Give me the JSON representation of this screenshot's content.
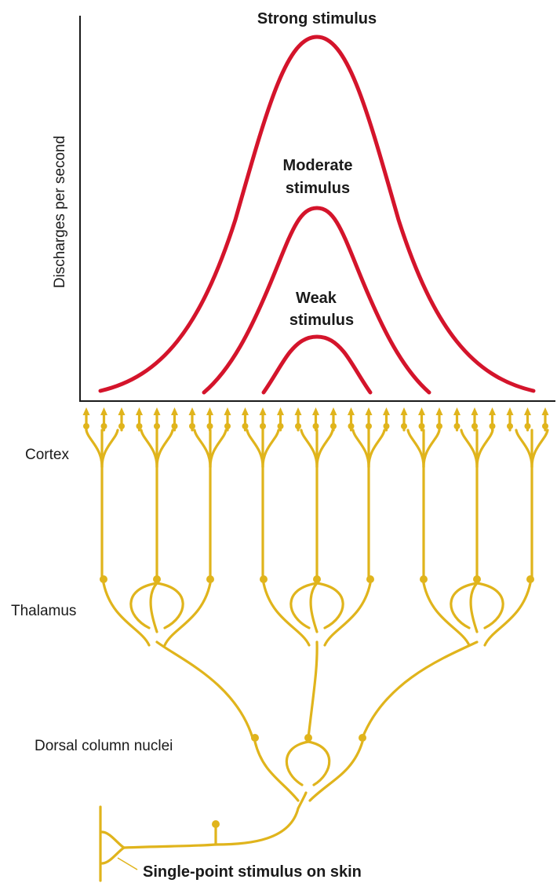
{
  "graph": {
    "y_axis_label": "Discharges per second",
    "curves": [
      {
        "label_lines": [
          "Strong stimulus"
        ],
        "color": "#d4142b"
      },
      {
        "label_lines": [
          "Moderate",
          "stimulus"
        ],
        "color": "#d4142b"
      },
      {
        "label_lines": [
          "Weak",
          "stimulus"
        ],
        "color": "#d4142b"
      }
    ]
  },
  "pathway": {
    "nerve_color": "#e0b41c",
    "levels": {
      "cortex": "Cortex",
      "thalamus": "Thalamus",
      "dorsal_column_nuclei": "Dorsal column nuclei"
    },
    "stimulus_label": "Single-point stimulus on skin"
  }
}
